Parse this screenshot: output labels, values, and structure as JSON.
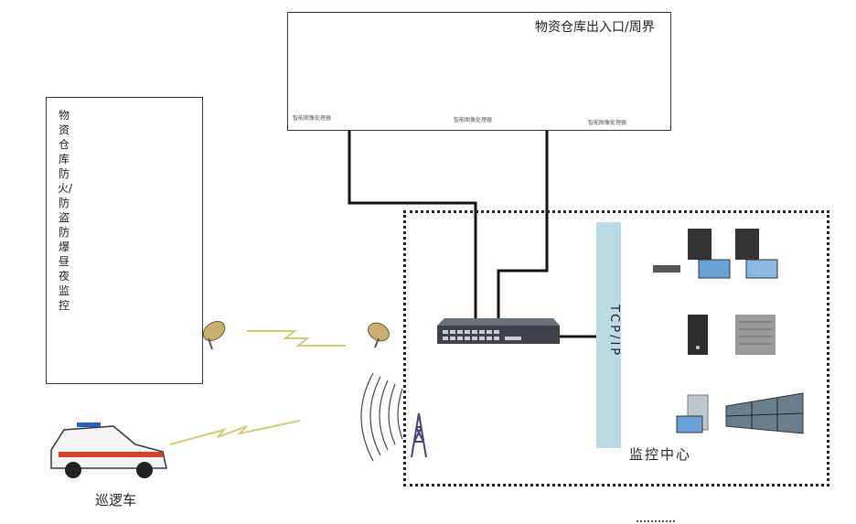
{
  "title_top": "物资仓库出入口/周界",
  "processor_labels": [
    "智能图像处理器",
    "智能图像处理器",
    "智能图像处理器"
  ],
  "left_box_label": "物资仓库防火/防盗防爆昼夜监控",
  "tcp_label": "TCP/IP",
  "monitor_center_label": "监控中心",
  "patrol_car_label": "巡逻车",
  "colors": {
    "tcp_bar": "#bcd9e6",
    "wireless": "#d6d48a",
    "switch": "#4a4f55"
  },
  "icons": [
    "camera-icon",
    "processor-icon",
    "switch-icon",
    "satellite-dish-icon",
    "tower-icon",
    "server-icon",
    "monitor-icon",
    "video-wall-icon",
    "car-icon"
  ]
}
